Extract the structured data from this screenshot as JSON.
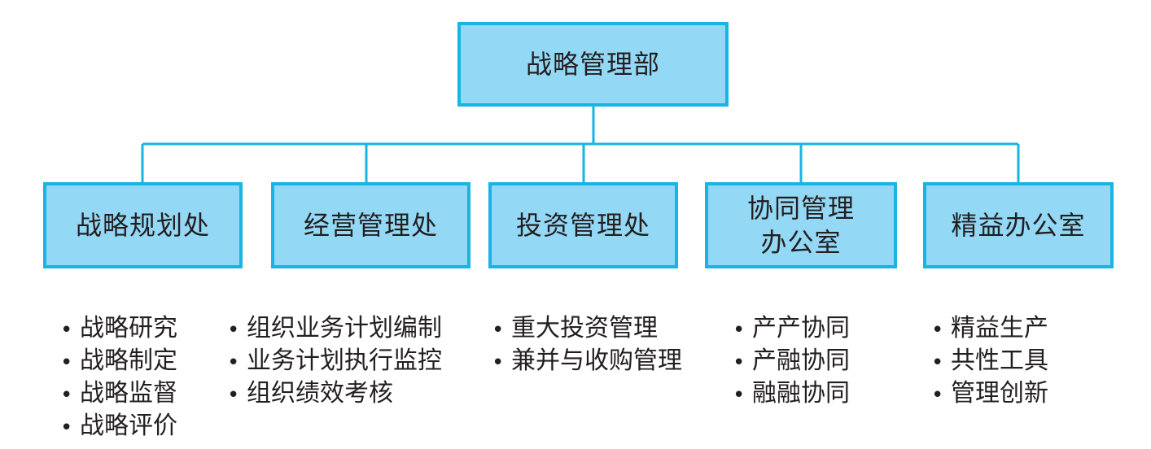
{
  "root": {
    "label": "战略管理部"
  },
  "departments": [
    {
      "label": "战略规划处",
      "duties": [
        "战略研究",
        "战略制定",
        "战略监督",
        "战略评价"
      ]
    },
    {
      "label": "经营管理处",
      "duties": [
        "组织业务计划编制",
        "业务计划执行监控",
        "组织绩效考核"
      ]
    },
    {
      "label": "投资管理处",
      "duties": [
        "重大投资管理",
        "兼并与收购管理"
      ]
    },
    {
      "label": "协同管理\n办公室",
      "duties": [
        "产产协同",
        "产融协同",
        "融融协同"
      ]
    },
    {
      "label": "精益办公室",
      "duties": [
        "精益生产",
        "共性工具",
        "管理创新"
      ]
    }
  ],
  "colors": {
    "box_fill": "#93d8f5",
    "box_border": "#18b4e3",
    "connector": "#18b4e3",
    "text": "#231f20"
  }
}
